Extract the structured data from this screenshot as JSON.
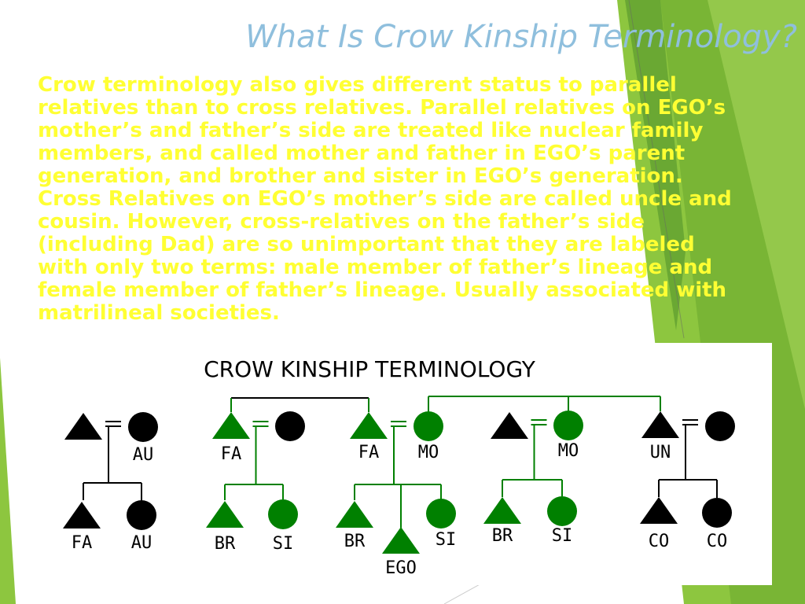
{
  "slide": {
    "title": "What Is Crow Kinship Terminology?",
    "body_lines": [
      " Crow terminology also gives different status to parallel",
      "relatives than to cross relatives.  Parallel relatives on EGO’s",
      "mother’s and father’s side are treated like nuclear family",
      "members, and called mother and father in EGO’s parent",
      "generation, and brother and sister in EGO’s generation.",
      "Cross Relatives on EGO’s mother’s side are called uncle and",
      "cousin.  However, cross-relatives on the father’s side",
      "(including Dad) are so unimportant that they are labeled",
      "with only two terms:  male member of father’s lineage and",
      "female member of father’s lineage.  Usually associated with",
      "matrilineal societies."
    ]
  },
  "diagram": {
    "title": "CROW   KINSHIP TERMINOLOGY",
    "colors": {
      "black": "#000000",
      "green": "#008000"
    },
    "nodes": [
      {
        "id": "p1",
        "shape": "triangle",
        "color": "black",
        "label": ""
      },
      {
        "id": "p2",
        "shape": "circle",
        "color": "black",
        "label": "AU"
      },
      {
        "id": "p3",
        "shape": "triangle",
        "color": "green",
        "label": "FA"
      },
      {
        "id": "p4",
        "shape": "circle",
        "color": "black",
        "label": ""
      },
      {
        "id": "p5",
        "shape": "triangle",
        "color": "green",
        "label": "FA"
      },
      {
        "id": "p6",
        "shape": "circle",
        "color": "green",
        "label": "MO"
      },
      {
        "id": "p7",
        "shape": "triangle",
        "color": "black",
        "label": ""
      },
      {
        "id": "p8",
        "shape": "circle",
        "color": "green",
        "label": "MO"
      },
      {
        "id": "p9",
        "shape": "triangle",
        "color": "black",
        "label": "UN"
      },
      {
        "id": "p10",
        "shape": "circle",
        "color": "black",
        "label": ""
      },
      {
        "id": "c1",
        "shape": "triangle",
        "color": "black",
        "label": "FA"
      },
      {
        "id": "c2",
        "shape": "circle",
        "color": "black",
        "label": "AU"
      },
      {
        "id": "c3",
        "shape": "triangle",
        "color": "green",
        "label": "BR"
      },
      {
        "id": "c4",
        "shape": "circle",
        "color": "green",
        "label": "SI"
      },
      {
        "id": "c5",
        "shape": "triangle",
        "color": "green",
        "label": "BR"
      },
      {
        "id": "c6",
        "shape": "triangle",
        "color": "green",
        "label": "EGO"
      },
      {
        "id": "c7",
        "shape": "circle",
        "color": "green",
        "label": "SI"
      },
      {
        "id": "c8",
        "shape": "triangle",
        "color": "green",
        "label": "BR"
      },
      {
        "id": "c9",
        "shape": "circle",
        "color": "green",
        "label": "SI"
      },
      {
        "id": "c10",
        "shape": "triangle",
        "color": "black",
        "label": "CO"
      },
      {
        "id": "c11",
        "shape": "circle",
        "color": "black",
        "label": "CO"
      }
    ]
  }
}
